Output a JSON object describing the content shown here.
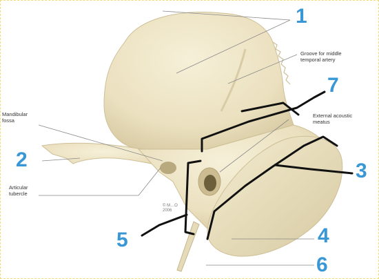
{
  "labels": {
    "groove": "Groove for middle\ntemporal artery",
    "mandibular": "Mandibular\nfossa",
    "external": "External acoustic\nmeatus",
    "articular": "Articular\ntubercle",
    "copyright": "© M…O\n2006"
  },
  "numbers": {
    "n1": "1",
    "n2": "2",
    "n3": "3",
    "n4": "4",
    "n5": "5",
    "n6": "6",
    "n7": "7"
  },
  "colors": {
    "bone": "#efe6c6",
    "bone_shadow": "#d4c8a2",
    "ink": "#111111",
    "number_blue": "#3a97d6"
  }
}
